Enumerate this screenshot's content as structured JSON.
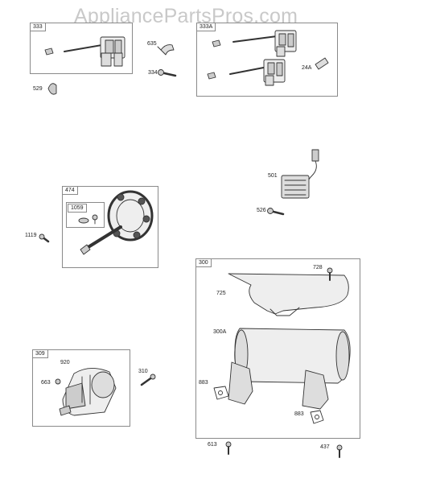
{
  "watermark": "AppliancePartsPros.com",
  "groups": [
    {
      "id": "333"
    },
    {
      "id": "333A"
    },
    {
      "id": "474"
    },
    {
      "id": "1059"
    },
    {
      "id": "309"
    },
    {
      "id": "300"
    }
  ],
  "labels": {
    "p635": "635",
    "p334": "334",
    "p529": "529",
    "p24A": "24A",
    "p501": "501",
    "p526": "526",
    "p1119": "1119",
    "p728": "728",
    "p725": "725",
    "p300A": "300A",
    "p883a": "883",
    "p883b": "883",
    "p920": "920",
    "p663": "663",
    "p310": "310",
    "p613": "613",
    "p437": "437"
  }
}
